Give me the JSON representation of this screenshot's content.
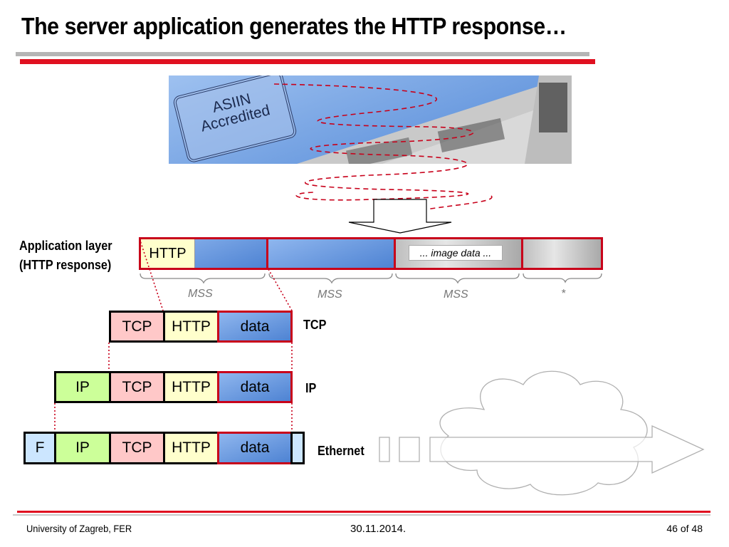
{
  "slide": {
    "title": "The server application generates the HTTP response…"
  },
  "photo": {
    "stamp_line1": "ASIIN",
    "stamp_line2": "Accredited"
  },
  "app_layer": {
    "label_line1": "Application layer",
    "label_line2": "(HTTP response)",
    "http": "HTTP",
    "image_data": "... image data ...",
    "mss_labels": [
      "MSS",
      "MSS",
      "MSS",
      "*"
    ]
  },
  "tcp_row": {
    "cells": [
      "TCP",
      "HTTP",
      "data"
    ],
    "layer": "TCP"
  },
  "ip_row": {
    "cells": [
      "IP",
      "TCP",
      "HTTP",
      "data"
    ],
    "layer": "IP"
  },
  "eth_row": {
    "cells": [
      "F",
      "IP",
      "TCP",
      "HTTP",
      "data"
    ],
    "layer": "Ethernet"
  },
  "footer": {
    "left": "University of Zagreb, FER",
    "center": "30.11.2014.",
    "right": "46 of 48"
  },
  "colors": {
    "accent_red": "#e01020",
    "segment_border": "#c8001a",
    "tcp_fill": "#ffc8c8",
    "http_fill": "#ffffcc",
    "ip_fill": "#ccff99",
    "frame_fill": "#cce6ff"
  }
}
